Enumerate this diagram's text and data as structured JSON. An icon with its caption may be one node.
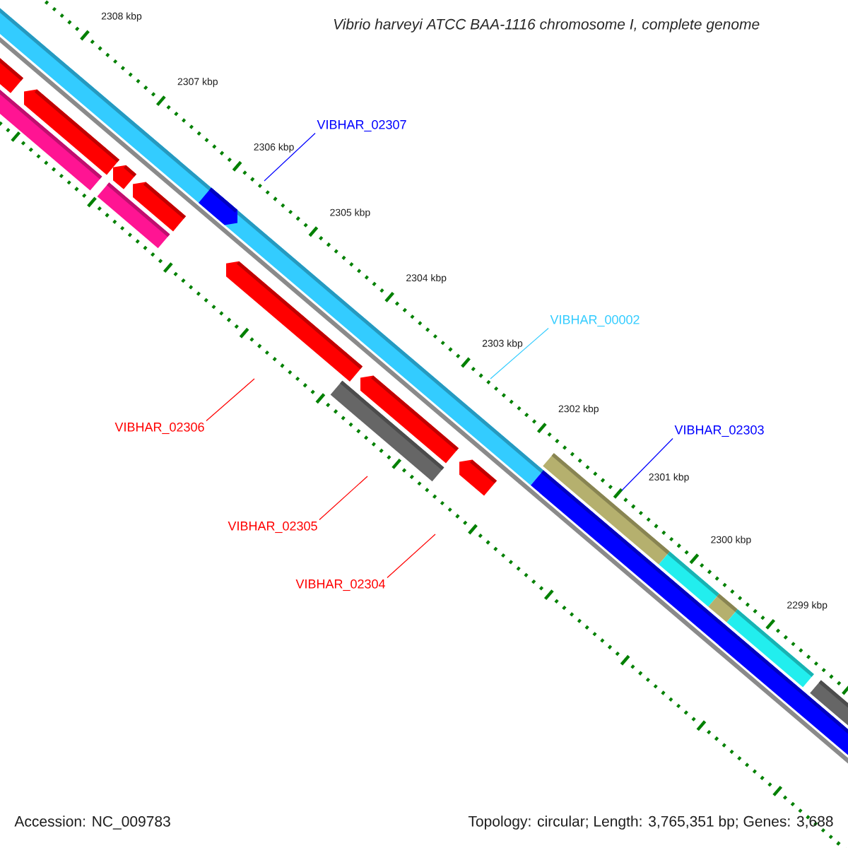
{
  "diagram": {
    "title": "Vibrio harveyi ATCC BAA-1116 chromosome I, complete genome",
    "nodes": [
      {
        "text": [
          "VIBHAR_02307"
        ]
      },
      {
        "text": [
          "VIBHAR_00002"
        ]
      },
      {
        "text": [
          "VIBHAR_02303"
        ]
      },
      {
        "text": [
          "VIBHAR_02306"
        ]
      },
      {
        "text": [
          "VIBHAR_02305"
        ]
      },
      {
        "text": [
          "VIBHAR_02304"
        ]
      }
    ],
    "edges": [
      {
        "from": 0,
        "to": null,
        "arrow": "none",
        "color": "#0000ff"
      },
      {
        "from": 1,
        "to": null,
        "arrow": "none",
        "color": "#33ccff"
      },
      {
        "from": 2,
        "to": null,
        "arrow": "none",
        "color": "#0000ff"
      },
      {
        "from": 3,
        "to": null,
        "arrow": "none"
      },
      {
        "from": 4,
        "to": null,
        "arrow": "none"
      },
      {
        "from": 5,
        "to": null,
        "arrow": "none"
      }
    ],
    "labels": [
      "2308 kbp",
      "2307 kbp",
      "2306 kbp",
      "2305 kbp",
      "2304 kbp",
      "2303 kbp",
      "2302 kbp",
      "2301 kbp",
      "2300 kbp",
      "2299 kbp",
      "Accession: NC_009783",
      "Topology: circular; Length: 3,765,351 bp; Genes: 3,688"
    ]
  }
}
